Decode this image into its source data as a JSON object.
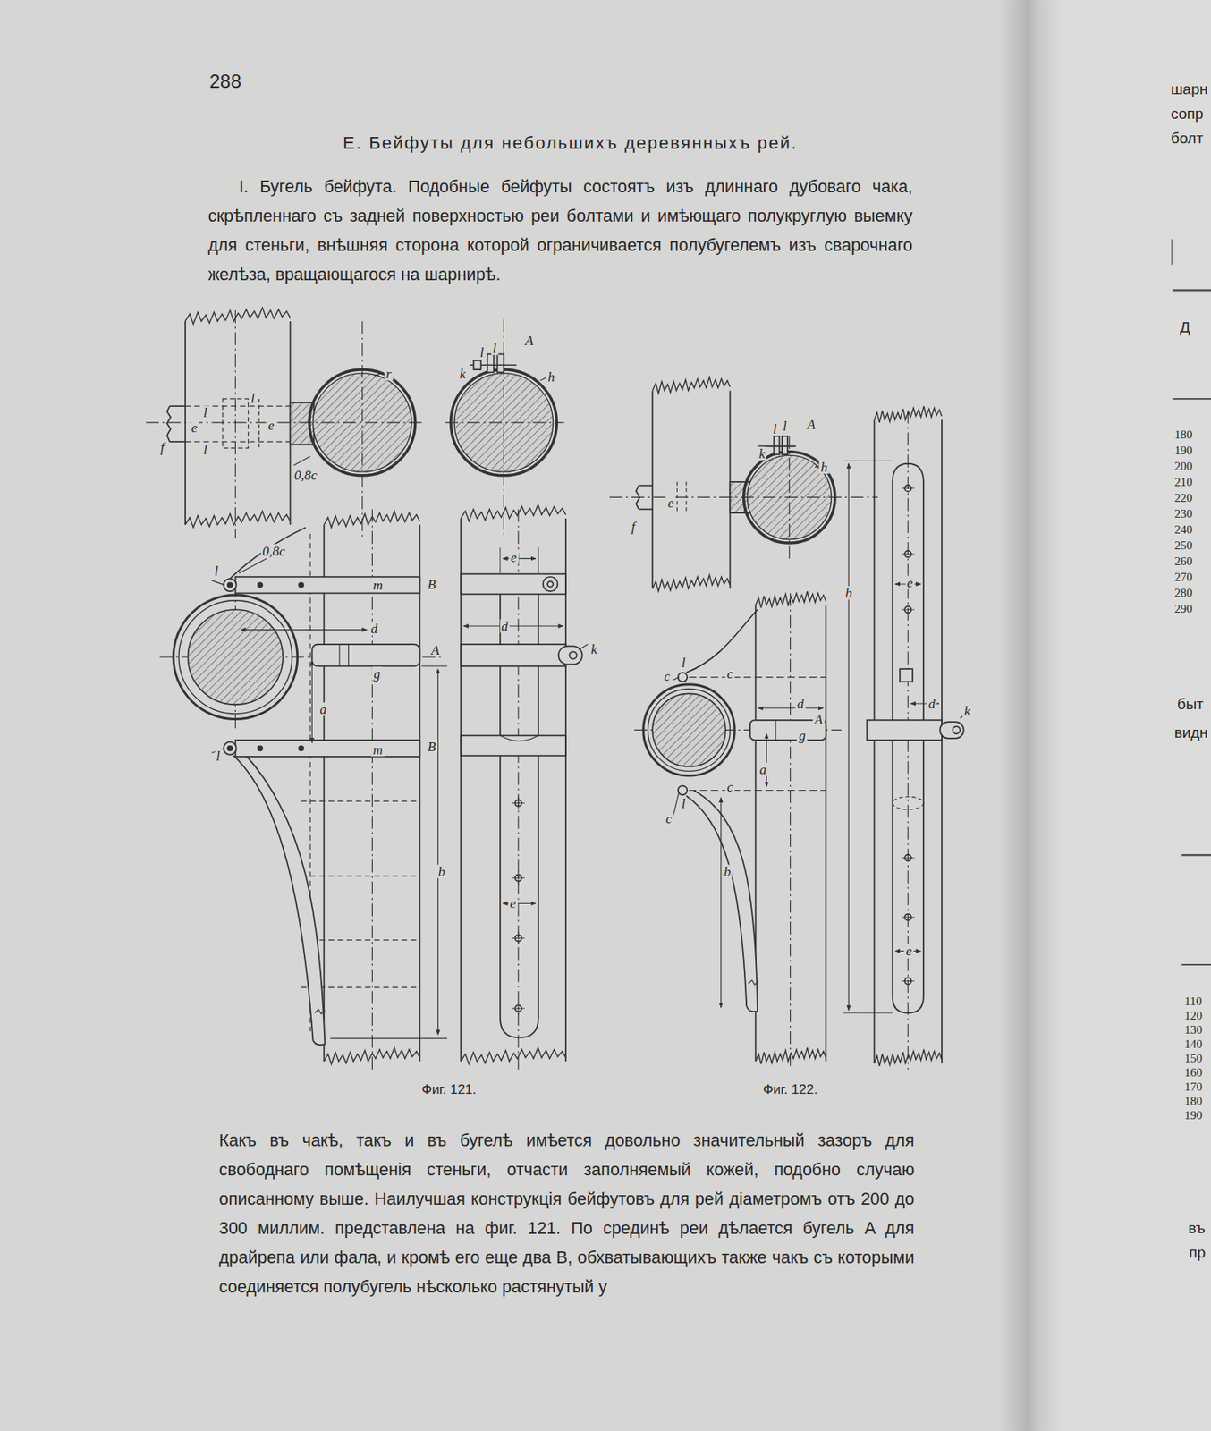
{
  "diagram": {
    "title": "Е. Бейфуты для небольшихъ деревянныхъ рей.",
    "labels": [
      "288",
      "I. Бугель бейфута. Подобные бейфуты состоятъ изъ длиннаго дубоваго чака, скрѣпленнаго съ задней поверхностью реи болтами и имѣющаго полукруглую выемку для стеньги, внѣшняя сторона которой ограничивается полубугелемъ изъ сварочнаго желѣза, вращающагося на шарнирѣ.",
      "f",
      "e",
      "l",
      "l",
      "e",
      "l",
      "0,8c",
      "r",
      "l",
      "l",
      "A",
      "k",
      "h",
      "l",
      "0,8c",
      "m",
      "B",
      "d",
      "A",
      "g",
      "a",
      "l",
      "m",
      "B",
      "b",
      "e",
      "d",
      "k",
      "e",
      "Фиг. 121.",
      "f",
      "e",
      "l",
      "l",
      "A",
      "k",
      "h",
      "c",
      "l",
      "c",
      "d",
      "A",
      "g",
      "a",
      "c",
      "c",
      "l",
      "b",
      "b",
      "e",
      "d",
      "k",
      "e",
      "Фиг. 122.",
      "Какъ въ чакѣ, такъ и въ бугелѣ имѣется довольно значительный зазоръ для свободнаго помѣщенія стеньги, отчасти заполняемый кожей, подобно случаю описанному выше. Наилучшая конструкція бейфутовъ для рей діаметромъ отъ 200 до 300 миллим. представлена на фиг. 121. По срединѣ реи дѣлается бугель A для драйрепа или фала, и кромѣ его еще два B, обхватывающихъ также чакъ съ которыми соединяется полубугель нѣсколько растянутый у",
      "шарн",
      "сопр",
      "болт",
      "Д",
      "180",
      "190",
      "200",
      "210",
      "220",
      "230",
      "240",
      "250",
      "260",
      "270",
      "280",
      "290",
      "быт",
      "видн",
      "110",
      "120",
      "130",
      "140",
      "150",
      "160",
      "170",
      "180",
      "190",
      "въ",
      "пр"
    ]
  }
}
